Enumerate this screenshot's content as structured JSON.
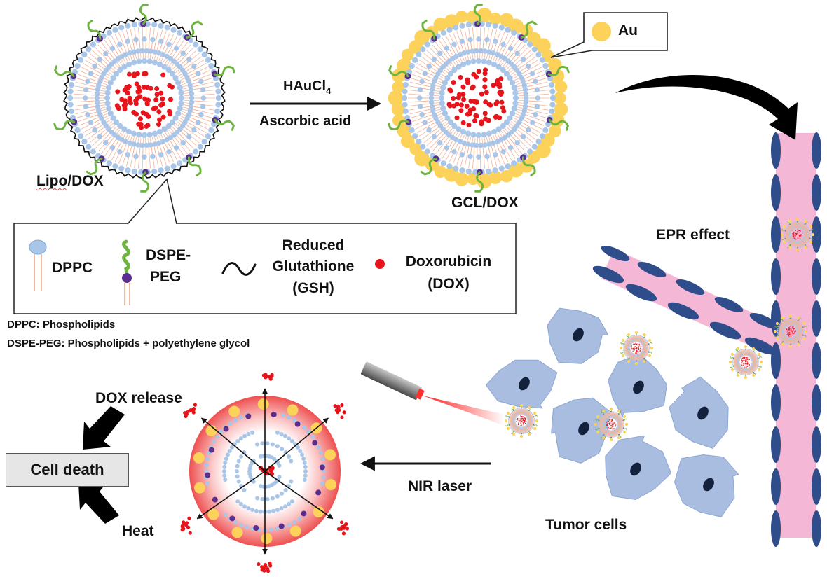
{
  "labels": {
    "lipo_prefix": "Lipo",
    "lipo_suffix": "/DOX",
    "gcl": "GCL/DOX",
    "reagent_top": "HAuCl",
    "reagent_sub": "4",
    "reagent_bottom": "Ascorbic acid",
    "au_callout": "Au",
    "epr": "EPR effect",
    "tumor": "Tumor cells",
    "nir": "NIR laser",
    "dox_release": "DOX release",
    "heat": "Heat",
    "cell_death": "Cell death"
  },
  "legend": {
    "dppc": "DPPC",
    "dspe_line1": "DSPE-",
    "dspe_line2": "PEG",
    "gsh_line1": "Reduced",
    "gsh_line2": "Glutathione",
    "gsh_line3": "(GSH)",
    "dox_line1": "Doxorubicin",
    "dox_line2": "(DOX)"
  },
  "notes": {
    "dppc": "DPPC: Phospholipids",
    "dspe": "DSPE-PEG:  Phospholipids + polyethylene glycol"
  },
  "colors": {
    "head_blue": "#a9c6e8",
    "dox_red": "#e8141c",
    "gold": "#fcd25a",
    "peg_green": "#6db33f",
    "anchor_purple": "#5b2d8e",
    "vessel_pink": "#f4b8d6",
    "endothelium_blue": "#2e4d8a",
    "tumor_cell": "#a9bde0",
    "nucleus": "#14213d",
    "laser_red": "#ff2020"
  }
}
